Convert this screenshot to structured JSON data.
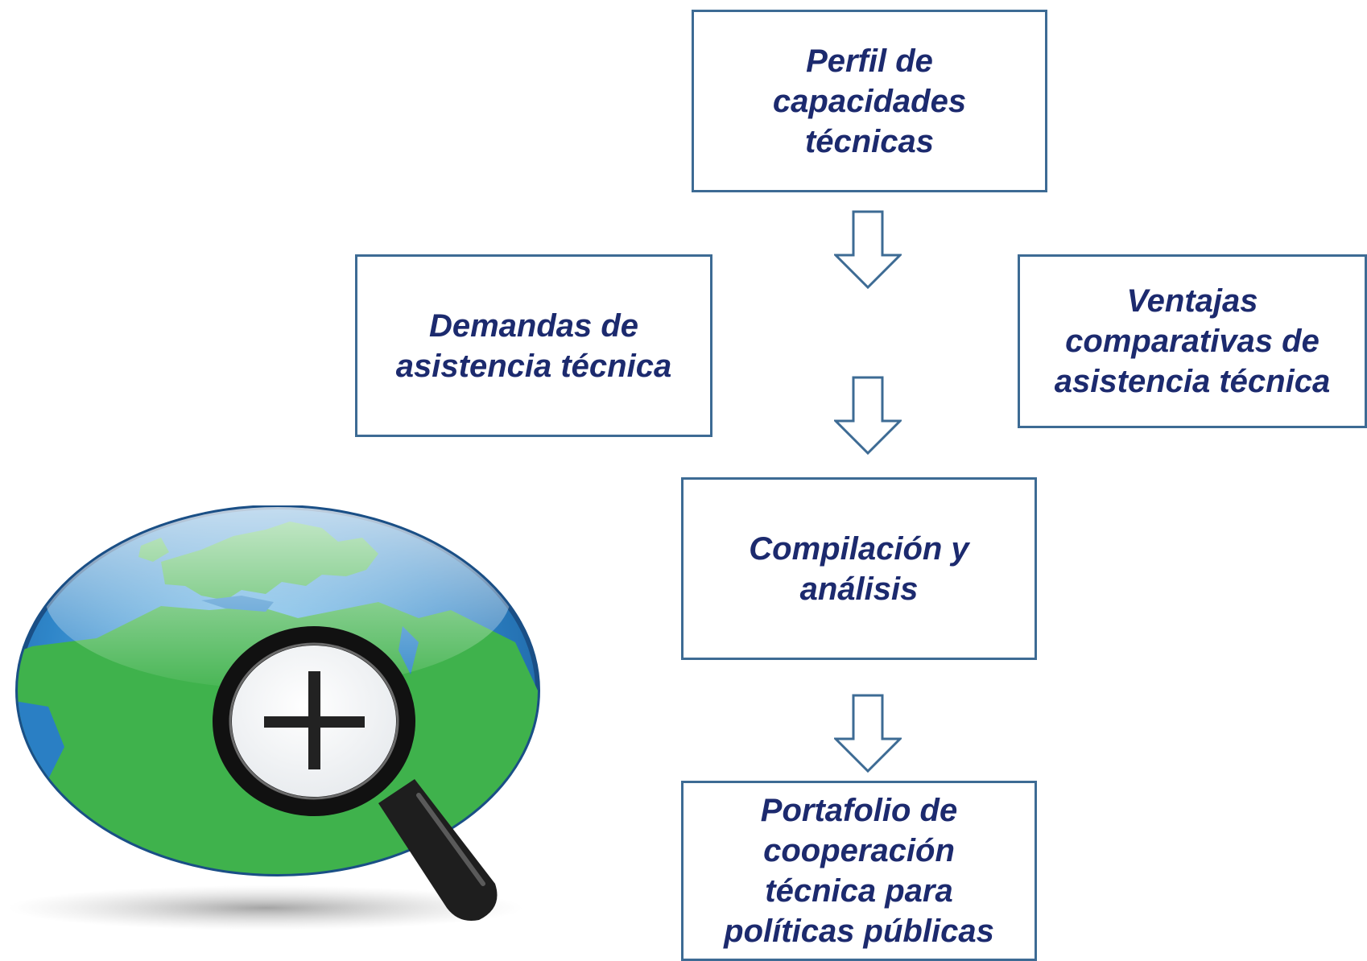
{
  "boxes": {
    "perfil": "Perfil de\ncapacidades\ntécnicas",
    "demandas": "Demandas de\nasistencia técnica",
    "ventajas": "Ventajas\ncomparativas de\nasistencia técnica",
    "compilacion": "Compilación y\nanálisis",
    "portafolio": "Portafolio de\ncooperación\ntécnica para\npolíticas públicas"
  },
  "colors": {
    "box_border": "#3d6b94",
    "text": "#1c2a6e",
    "ocean": "#2f86c9",
    "land": "#3fb24c"
  },
  "icons": [
    "down-arrow-icon",
    "globe-magnifier-icon",
    "plus-icon"
  ]
}
